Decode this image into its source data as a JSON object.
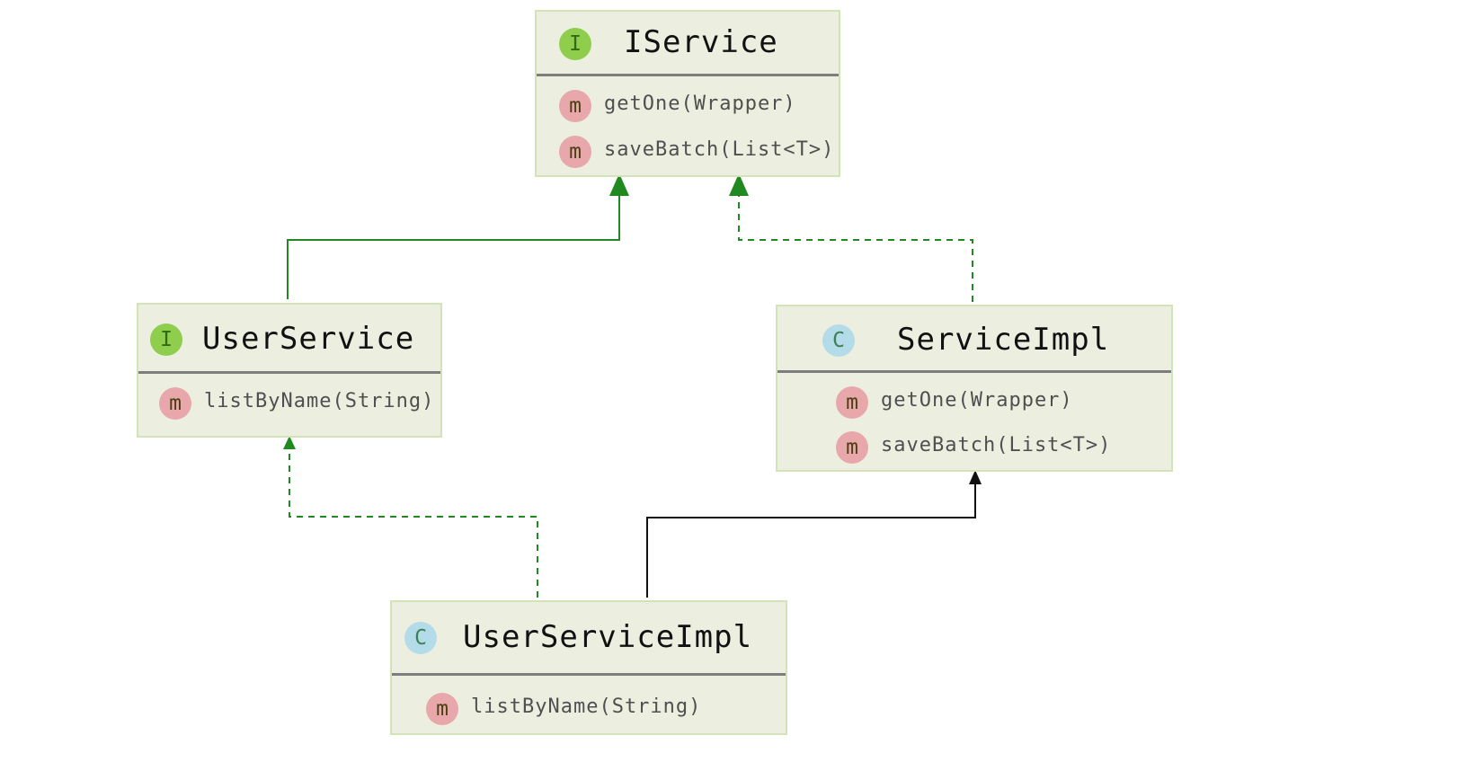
{
  "colors": {
    "box_fill": "#ecefe0",
    "box_border": "#d3e3b8",
    "interface_badge": "#8fcd4d",
    "class_badge": "#b3dbe8",
    "method_badge": "#e7a7ab",
    "extends_arrow": "#208a20",
    "implements_arrow": "#208a20",
    "class_extends_arrow": "#111111"
  },
  "nodes": {
    "iservice": {
      "kind": "interface",
      "badge": "I",
      "name": "IService",
      "methods": [
        {
          "badge": "m",
          "signature": "getOne(Wrapper)"
        },
        {
          "badge": "m",
          "signature": "saveBatch(List<T>)"
        }
      ]
    },
    "userservice": {
      "kind": "interface",
      "badge": "I",
      "name": "UserService",
      "methods": [
        {
          "badge": "m",
          "signature": "listByName(String)"
        }
      ]
    },
    "serviceimpl": {
      "kind": "class",
      "badge": "C",
      "name": "ServiceImpl",
      "methods": [
        {
          "badge": "m",
          "signature": "getOne(Wrapper)"
        },
        {
          "badge": "m",
          "signature": "saveBatch(List<T>)"
        }
      ]
    },
    "userserviceimpl": {
      "kind": "class",
      "badge": "C",
      "name": "UserServiceImpl",
      "methods": [
        {
          "badge": "m",
          "signature": "listByName(String)"
        }
      ]
    }
  },
  "edges": [
    {
      "from": "UserService",
      "to": "IService",
      "relation": "extends",
      "style": "solid",
      "color": "#208a20"
    },
    {
      "from": "ServiceImpl",
      "to": "IService",
      "relation": "implements",
      "style": "dashed",
      "color": "#208a20"
    },
    {
      "from": "UserServiceImpl",
      "to": "UserService",
      "relation": "implements",
      "style": "dashed",
      "color": "#208a20"
    },
    {
      "from": "UserServiceImpl",
      "to": "ServiceImpl",
      "relation": "extends",
      "style": "solid",
      "color": "#111111"
    }
  ]
}
